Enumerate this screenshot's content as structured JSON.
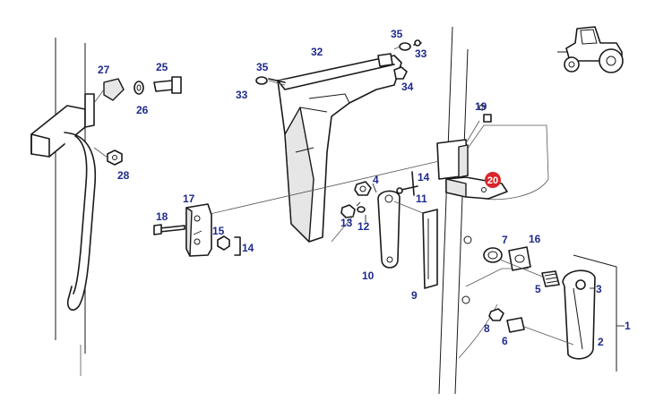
{
  "callouts": {
    "c1": "1",
    "c2": "2",
    "c3": "3",
    "c4": "4",
    "c5": "5",
    "c6": "6",
    "c7": "7",
    "c8": "8",
    "c9": "9",
    "c10": "10",
    "c11": "11",
    "c12": "12",
    "c13": "13",
    "c14a": "14",
    "c14b": "14",
    "c15": "15",
    "c16": "16",
    "c17": "17",
    "c18": "18",
    "c19": "19",
    "c20": "20",
    "c25": "25",
    "c26": "26",
    "c27": "27",
    "c28": "28",
    "c32": "32",
    "c33a": "33",
    "c33b": "33",
    "c34": "34",
    "c35a": "35",
    "c35b": "35"
  },
  "highlight": {
    "callout": "20",
    "color": "#d9262b"
  },
  "colors": {
    "callout_text": "#1f2a8c",
    "line": "#1a1a1a"
  },
  "icons": {
    "vehicle": "tractor-icon"
  }
}
